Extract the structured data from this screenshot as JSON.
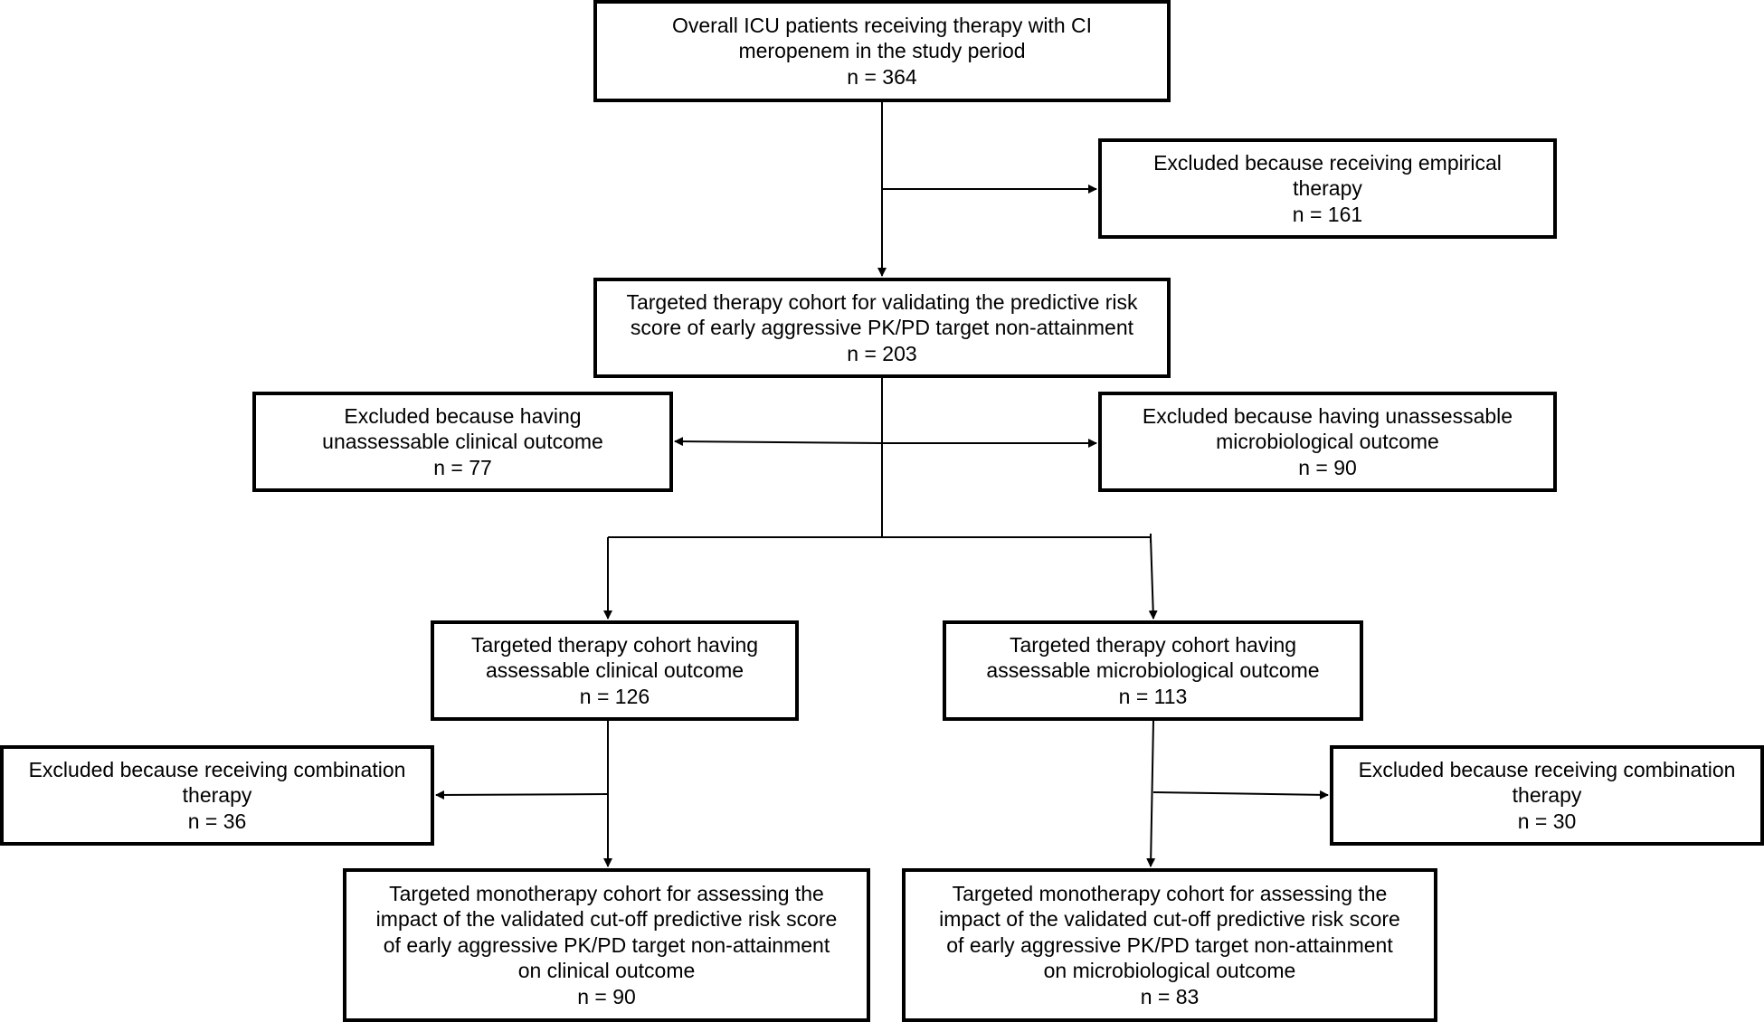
{
  "boxes": {
    "overall": {
      "lines": [
        "Overall ICU patients  receiving therapy with CI",
        "meropenem in the study period"
      ],
      "n": "n = 364"
    },
    "excluded_empirical": {
      "lines": [
        "Excluded because receiving empirical",
        "therapy"
      ],
      "n": "n = 161"
    },
    "targeted_cohort": {
      "lines": [
        "Targeted therapy cohort for validating the predictive risk",
        "score of early aggressive PK/PD target non-attainment"
      ],
      "n": "n = 203"
    },
    "excluded_clinical": {
      "lines": [
        "Excluded because having",
        "unassessable clinical outcome"
      ],
      "n": "n = 77"
    },
    "excluded_microbiological": {
      "lines": [
        "Excluded because having unassessable",
        "microbiological outcome"
      ],
      "n": "n =  90"
    },
    "assessable_clinical": {
      "lines": [
        "Targeted therapy cohort having",
        "assessable clinical outcome"
      ],
      "n": "n = 126"
    },
    "assessable_microbiological": {
      "lines": [
        "Targeted therapy cohort having",
        "assessable microbiological outcome"
      ],
      "n": "n = 113"
    },
    "excluded_combination_left": {
      "lines": [
        "Excluded because receiving combination",
        "therapy"
      ],
      "n": "n =  36"
    },
    "excluded_combination_right": {
      "lines": [
        "Excluded because receiving combination",
        "therapy"
      ],
      "n": "n =  30"
    },
    "monotherapy_clinical": {
      "lines": [
        "Targeted monotherapy cohort for assessing the",
        "impact of the validated cut-off predictive risk score",
        "of early aggressive PK/PD target non-attainment",
        "on clinical outcome"
      ],
      "n": "n = 90"
    },
    "monotherapy_microbiological": {
      "lines": [
        "Targeted monotherapy cohort for assessing the",
        "impact of the validated cut-off predictive risk score",
        "of early aggressive PK/PD target non-attainment",
        "on microbiological outcome"
      ],
      "n": "n = 83"
    }
  }
}
